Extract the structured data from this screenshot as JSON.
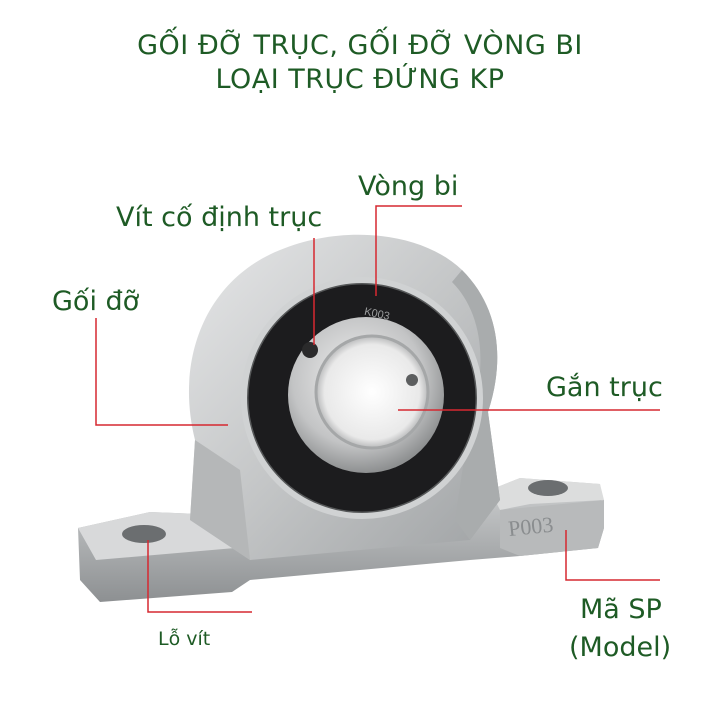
{
  "title": {
    "line1": "GỐI ĐỠ TRỤC, GỐI ĐỠ VÒNG BI",
    "line2": "LOẠI TRỤC ĐỨNG KP"
  },
  "labels": {
    "bearing": "Vòng bi",
    "set_screw": "Vít cố định trục",
    "housing": "Gối đỡ",
    "shaft": "Gắn trục",
    "bolt_hole": "Lỗ vít",
    "model_line1": "Mã SP",
    "model_line2": "(Model)"
  },
  "product": {
    "housing_marking": "P003",
    "bearing_marking": "K003"
  },
  "colors": {
    "text": "#1e5b25",
    "callout": "#d62830",
    "housing": "#c9cbcc",
    "bearing_seal": "#1c1c1e"
  }
}
